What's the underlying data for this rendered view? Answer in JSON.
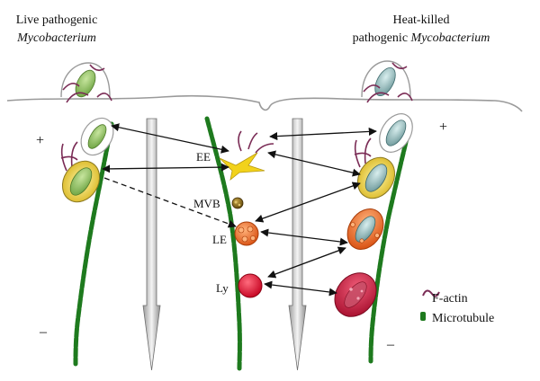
{
  "headings": {
    "left_line1": "Live pathogenic",
    "left_line2": "Mycobacterium",
    "right_line1": "Heat-killed",
    "right_line2_prefix": "pathogenic ",
    "right_line2_italic": "Mycobacterium"
  },
  "compartments": {
    "ee": "EE",
    "mvb": "MVB",
    "le": "LE",
    "ly": "Ly"
  },
  "polarity": {
    "left_plus": "+",
    "right_plus": "+",
    "left_minus": "–",
    "right_minus": "–"
  },
  "legend": {
    "factin": "F-actin",
    "microtubule": "Microtubule"
  },
  "colors": {
    "microtubule": "#1e7a1e",
    "factin": "#7a2b55",
    "live_bacterium": "#8cc063",
    "dead_bacterium": "#8fb8b8",
    "early_endosome": "#f2d21b",
    "mvb": "#7a5a0f",
    "late_endosome": "#e8641f",
    "lysosome": "#e0102f",
    "membrane": "#9a9a9a"
  }
}
